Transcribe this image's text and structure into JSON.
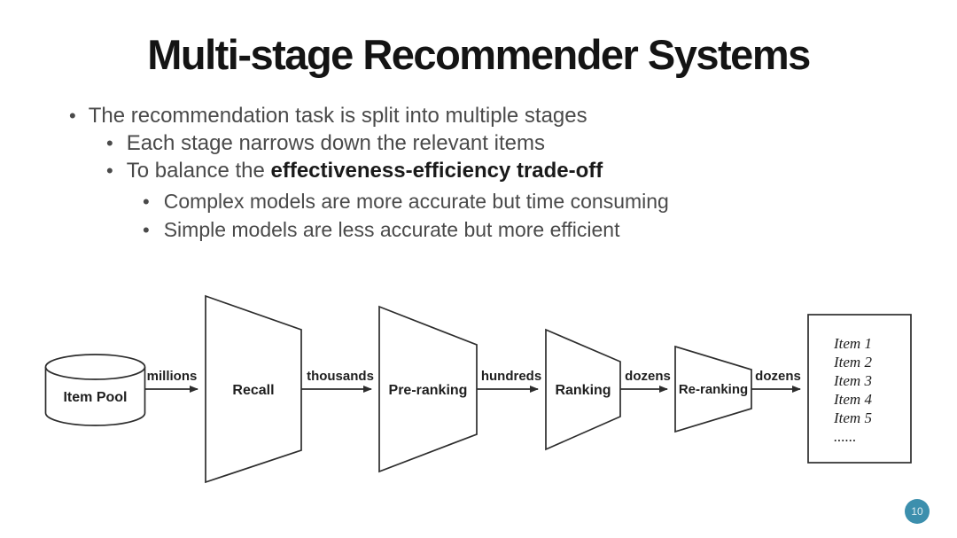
{
  "title": "Multi-stage Recommender Systems",
  "bullets": {
    "l1": "The recommendation task is split into multiple stages",
    "l2a": "Each stage narrows down the relevant items",
    "l2b_prefix": "To balance the ",
    "l2b_bold": "effectiveness-efficiency trade-off",
    "l3a": "Complex models are more accurate but time consuming",
    "l3b": "Simple models are less accurate but more efficient"
  },
  "diagram": {
    "source_label": "Item Pool",
    "stages": [
      {
        "label": "Recall"
      },
      {
        "label": "Pre-ranking"
      },
      {
        "label": "Ranking"
      },
      {
        "label": "Re-ranking"
      }
    ],
    "flow_labels": [
      "millions",
      "thousands",
      "hundreds",
      "dozens",
      "dozens"
    ],
    "output_items": [
      "Item 1",
      "Item 2",
      "Item 3",
      "Item 4",
      "Item 5",
      "......"
    ]
  },
  "footer": {
    "page_number": "10",
    "badge_color": "#3c8fad"
  }
}
